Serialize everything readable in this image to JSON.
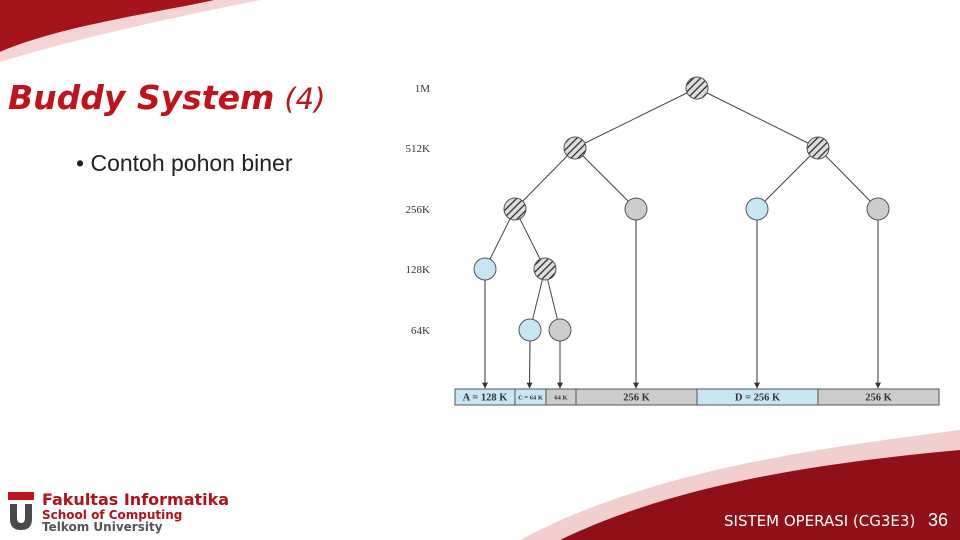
{
  "slide": {
    "title": "Buddy System",
    "title_suffix": "(4)",
    "bullet": "Contoh pohon biner",
    "page_number": "36"
  },
  "footer": {
    "faculty": "Fakultas Informatika",
    "school": "School of Computing",
    "university": "Telkom University",
    "course": "SISTEM OPERASI (CG3E3)"
  },
  "tree": {
    "levels": [
      "1M",
      "512K",
      "256K",
      "128K",
      "64K"
    ],
    "nodes": [
      {
        "id": "root",
        "level": 0,
        "state": "split"
      },
      {
        "id": "n512a",
        "level": 1,
        "state": "split"
      },
      {
        "id": "n512b",
        "level": 1,
        "state": "split"
      },
      {
        "id": "n256a",
        "level": 2,
        "state": "split"
      },
      {
        "id": "n256b",
        "level": 2,
        "state": "free"
      },
      {
        "id": "n256c",
        "level": 2,
        "state": "allocated"
      },
      {
        "id": "n256d",
        "level": 2,
        "state": "free"
      },
      {
        "id": "n128a",
        "level": 3,
        "state": "allocated"
      },
      {
        "id": "n128b",
        "level": 3,
        "state": "split"
      },
      {
        "id": "n64a",
        "level": 4,
        "state": "allocated"
      },
      {
        "id": "n64b",
        "level": 4,
        "state": "free"
      }
    ],
    "edges": [
      [
        "root",
        "n512a"
      ],
      [
        "root",
        "n512b"
      ],
      [
        "n512a",
        "n256a"
      ],
      [
        "n512a",
        "n256b"
      ],
      [
        "n512b",
        "n256c"
      ],
      [
        "n512b",
        "n256d"
      ],
      [
        "n256a",
        "n128a"
      ],
      [
        "n256a",
        "n128b"
      ],
      [
        "n128b",
        "n64a"
      ],
      [
        "n128b",
        "n64b"
      ]
    ],
    "memory_blocks": [
      {
        "label": "A = 128 K",
        "state": "allocated",
        "from": "n128a"
      },
      {
        "label": "C = 64 K",
        "state": "allocated",
        "from": "n64a"
      },
      {
        "label": "64 K",
        "state": "free",
        "from": "n64b"
      },
      {
        "label": "256 K",
        "state": "free",
        "from": "n256b"
      },
      {
        "label": "D = 256 K",
        "state": "allocated",
        "from": "n256c"
      },
      {
        "label": "256 K",
        "state": "free",
        "from": "n256d"
      }
    ],
    "colors": {
      "allocated": "#c6e6f5",
      "free": "#cccccc",
      "split_fill": "#dddddd",
      "outline": "#555555"
    }
  }
}
